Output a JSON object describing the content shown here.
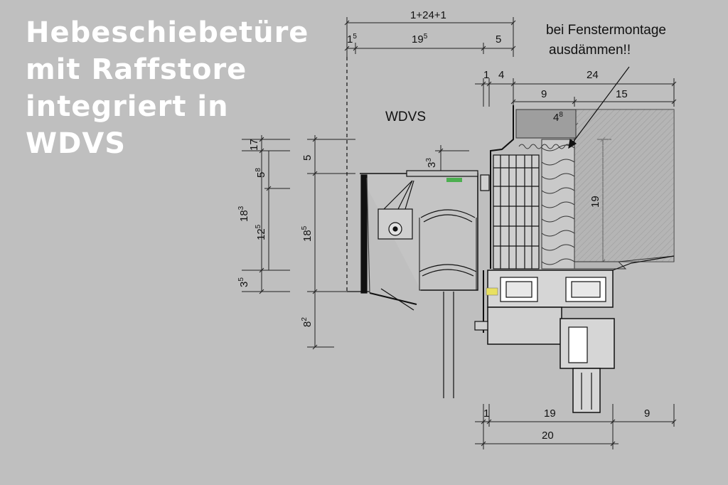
{
  "title": {
    "lines": [
      "Hebeschiebetüre",
      "mit Raffstore",
      "integriert in",
      "WDVS"
    ]
  },
  "labels": {
    "wdvs": "WDVS",
    "note_line1": "bei Fenstermontage",
    "note_line2": "ausdämmen!!"
  },
  "dimensions": {
    "top_total": "1+24+1",
    "top_left_a": "1",
    "top_left_a_sup": "5",
    "top_mid": "19",
    "top_mid_sup": "5",
    "top_right": "5",
    "row2_a": "1",
    "row2_b": "4",
    "row2_c": "24",
    "row3_a": "9",
    "row3_b": "15",
    "wall_inner": "4",
    "wall_inner_sup": "8",
    "box_top": "3",
    "box_top_sup": "3",
    "side_right": "19",
    "left_17": "17",
    "left_58": "5",
    "left_58_sup": "8",
    "left_183": "18",
    "left_183_sup": "3",
    "left_125": "12",
    "left_125_sup": "5",
    "left_35": "3",
    "left_35_sup": "5",
    "mid_5": "5",
    "mid_185": "18",
    "mid_185_sup": "5",
    "mid_82": "8",
    "mid_82_sup": "2",
    "bot_1": "1",
    "bot_19": "19",
    "bot_9": "9",
    "bot_20": "20"
  }
}
